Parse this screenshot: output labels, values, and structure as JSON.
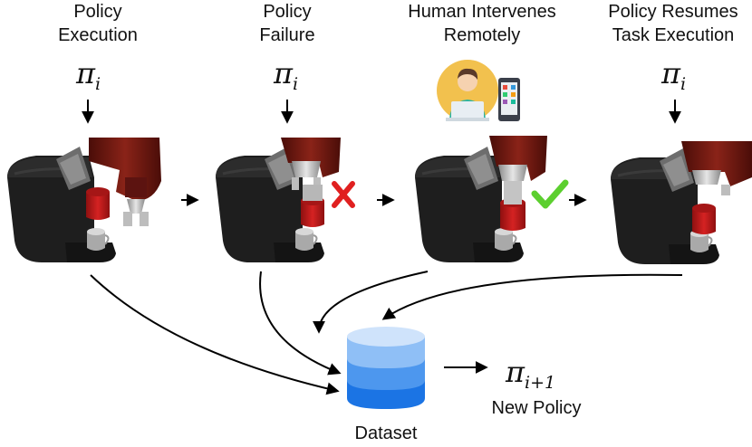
{
  "stages": [
    {
      "title": "Policy Execution",
      "line1": "Policy",
      "line2": "Execution",
      "policy_symbol": "π",
      "policy_sub": "i"
    },
    {
      "title": "Policy Failure",
      "line1": "Policy",
      "line2": "Failure",
      "policy_symbol": "π",
      "policy_sub": "i",
      "status_icon": "red-cross-icon"
    },
    {
      "title": "Human Intervenes Remotely",
      "line1": "Human Intervenes",
      "line2": "Remotely",
      "intervention_icon": "remote-operator-icon",
      "status_icon": "green-check-icon"
    },
    {
      "title": "Policy Resumes Task Execution",
      "line1": "Policy Resumes",
      "line2": "Task Execution",
      "policy_symbol": "π",
      "policy_sub": "i"
    }
  ],
  "dataset": {
    "label": "Dataset",
    "layer_colors": [
      "#cfe3fb",
      "#8fbff6",
      "#4d97ee",
      "#1b74e4"
    ]
  },
  "new_policy": {
    "symbol": "π",
    "subscript": "i+1",
    "label": "New Policy"
  },
  "colors": {
    "robot_arm": "#7a1a12",
    "gripper": "#cfcfcf",
    "coffee_machine": "#1e1e1e",
    "mug": "#c81d1d",
    "cross": "#e02020",
    "check": "#5ccf2f"
  }
}
